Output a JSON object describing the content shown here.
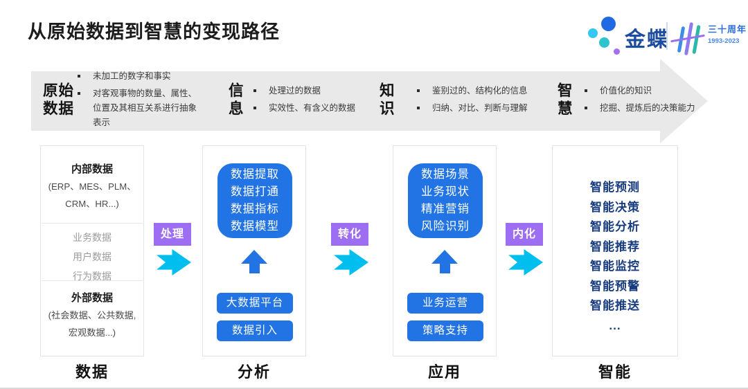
{
  "title": "从原始数据到智慧的变现路径",
  "logo": {
    "brand": "金蝶",
    "anniversary": "三十周年",
    "years": "1993-2023"
  },
  "banner": {
    "stages": [
      {
        "term_line1": "原始",
        "term_line2": "数据",
        "bullets": [
          "未加工的数字和事实",
          "对客观事物的数量、属性、位置及其相互关系进行抽象表示"
        ]
      },
      {
        "term_line1": "信",
        "term_line2": "息",
        "bullets": [
          "处理过的数据",
          "实效性、有含义的数据"
        ]
      },
      {
        "term_line1": "知",
        "term_line2": "识",
        "bullets": [
          "鉴别过的、结构化的信息",
          "归纳、对比、判断与理解"
        ]
      },
      {
        "term_line1": "智",
        "term_line2": "慧",
        "bullets": [
          "价值化的知识",
          "挖掘、提炼后的决策能力"
        ]
      }
    ]
  },
  "flow": {
    "connectors": [
      {
        "label": "处理"
      },
      {
        "label": "转化"
      },
      {
        "label": "内化"
      }
    ]
  },
  "columns": {
    "data": {
      "label": "数据",
      "internal_title": "内部数据",
      "internal_sub1": "(ERP、MES、PLM、",
      "internal_sub2": "CRM、HR...)",
      "middle_items": [
        "业务数据",
        "用户数据",
        "行为数据"
      ],
      "external_title": "外部数据",
      "external_sub1": "(社会数据、公共数据,",
      "external_sub2": "宏观数据...)"
    },
    "analysis": {
      "label": "分析",
      "card_lines": [
        "数据提取",
        "数据打通",
        "数据指标",
        "数据模型"
      ],
      "buttons": [
        "大数据平台",
        "数据引入"
      ]
    },
    "application": {
      "label": "应用",
      "card_lines": [
        "数据场景",
        "业务现状",
        "精准营销",
        "风险识别"
      ],
      "buttons": [
        "业务运营",
        "策略支持"
      ]
    },
    "intelligence": {
      "label": "智能",
      "items": [
        "智能预测",
        "智能决策",
        "智能分析",
        "智能推荐",
        "智能监控",
        "智能预警",
        "智能推送",
        "..."
      ]
    }
  },
  "colors": {
    "accent_blue": "#2273e4",
    "navy_text": "#183c80",
    "purple_label": "#9d6df2",
    "cyan_arrow": "#00bfef",
    "banner_gray": "#e9e9e9",
    "brand_blue": "#1c4ba0"
  }
}
